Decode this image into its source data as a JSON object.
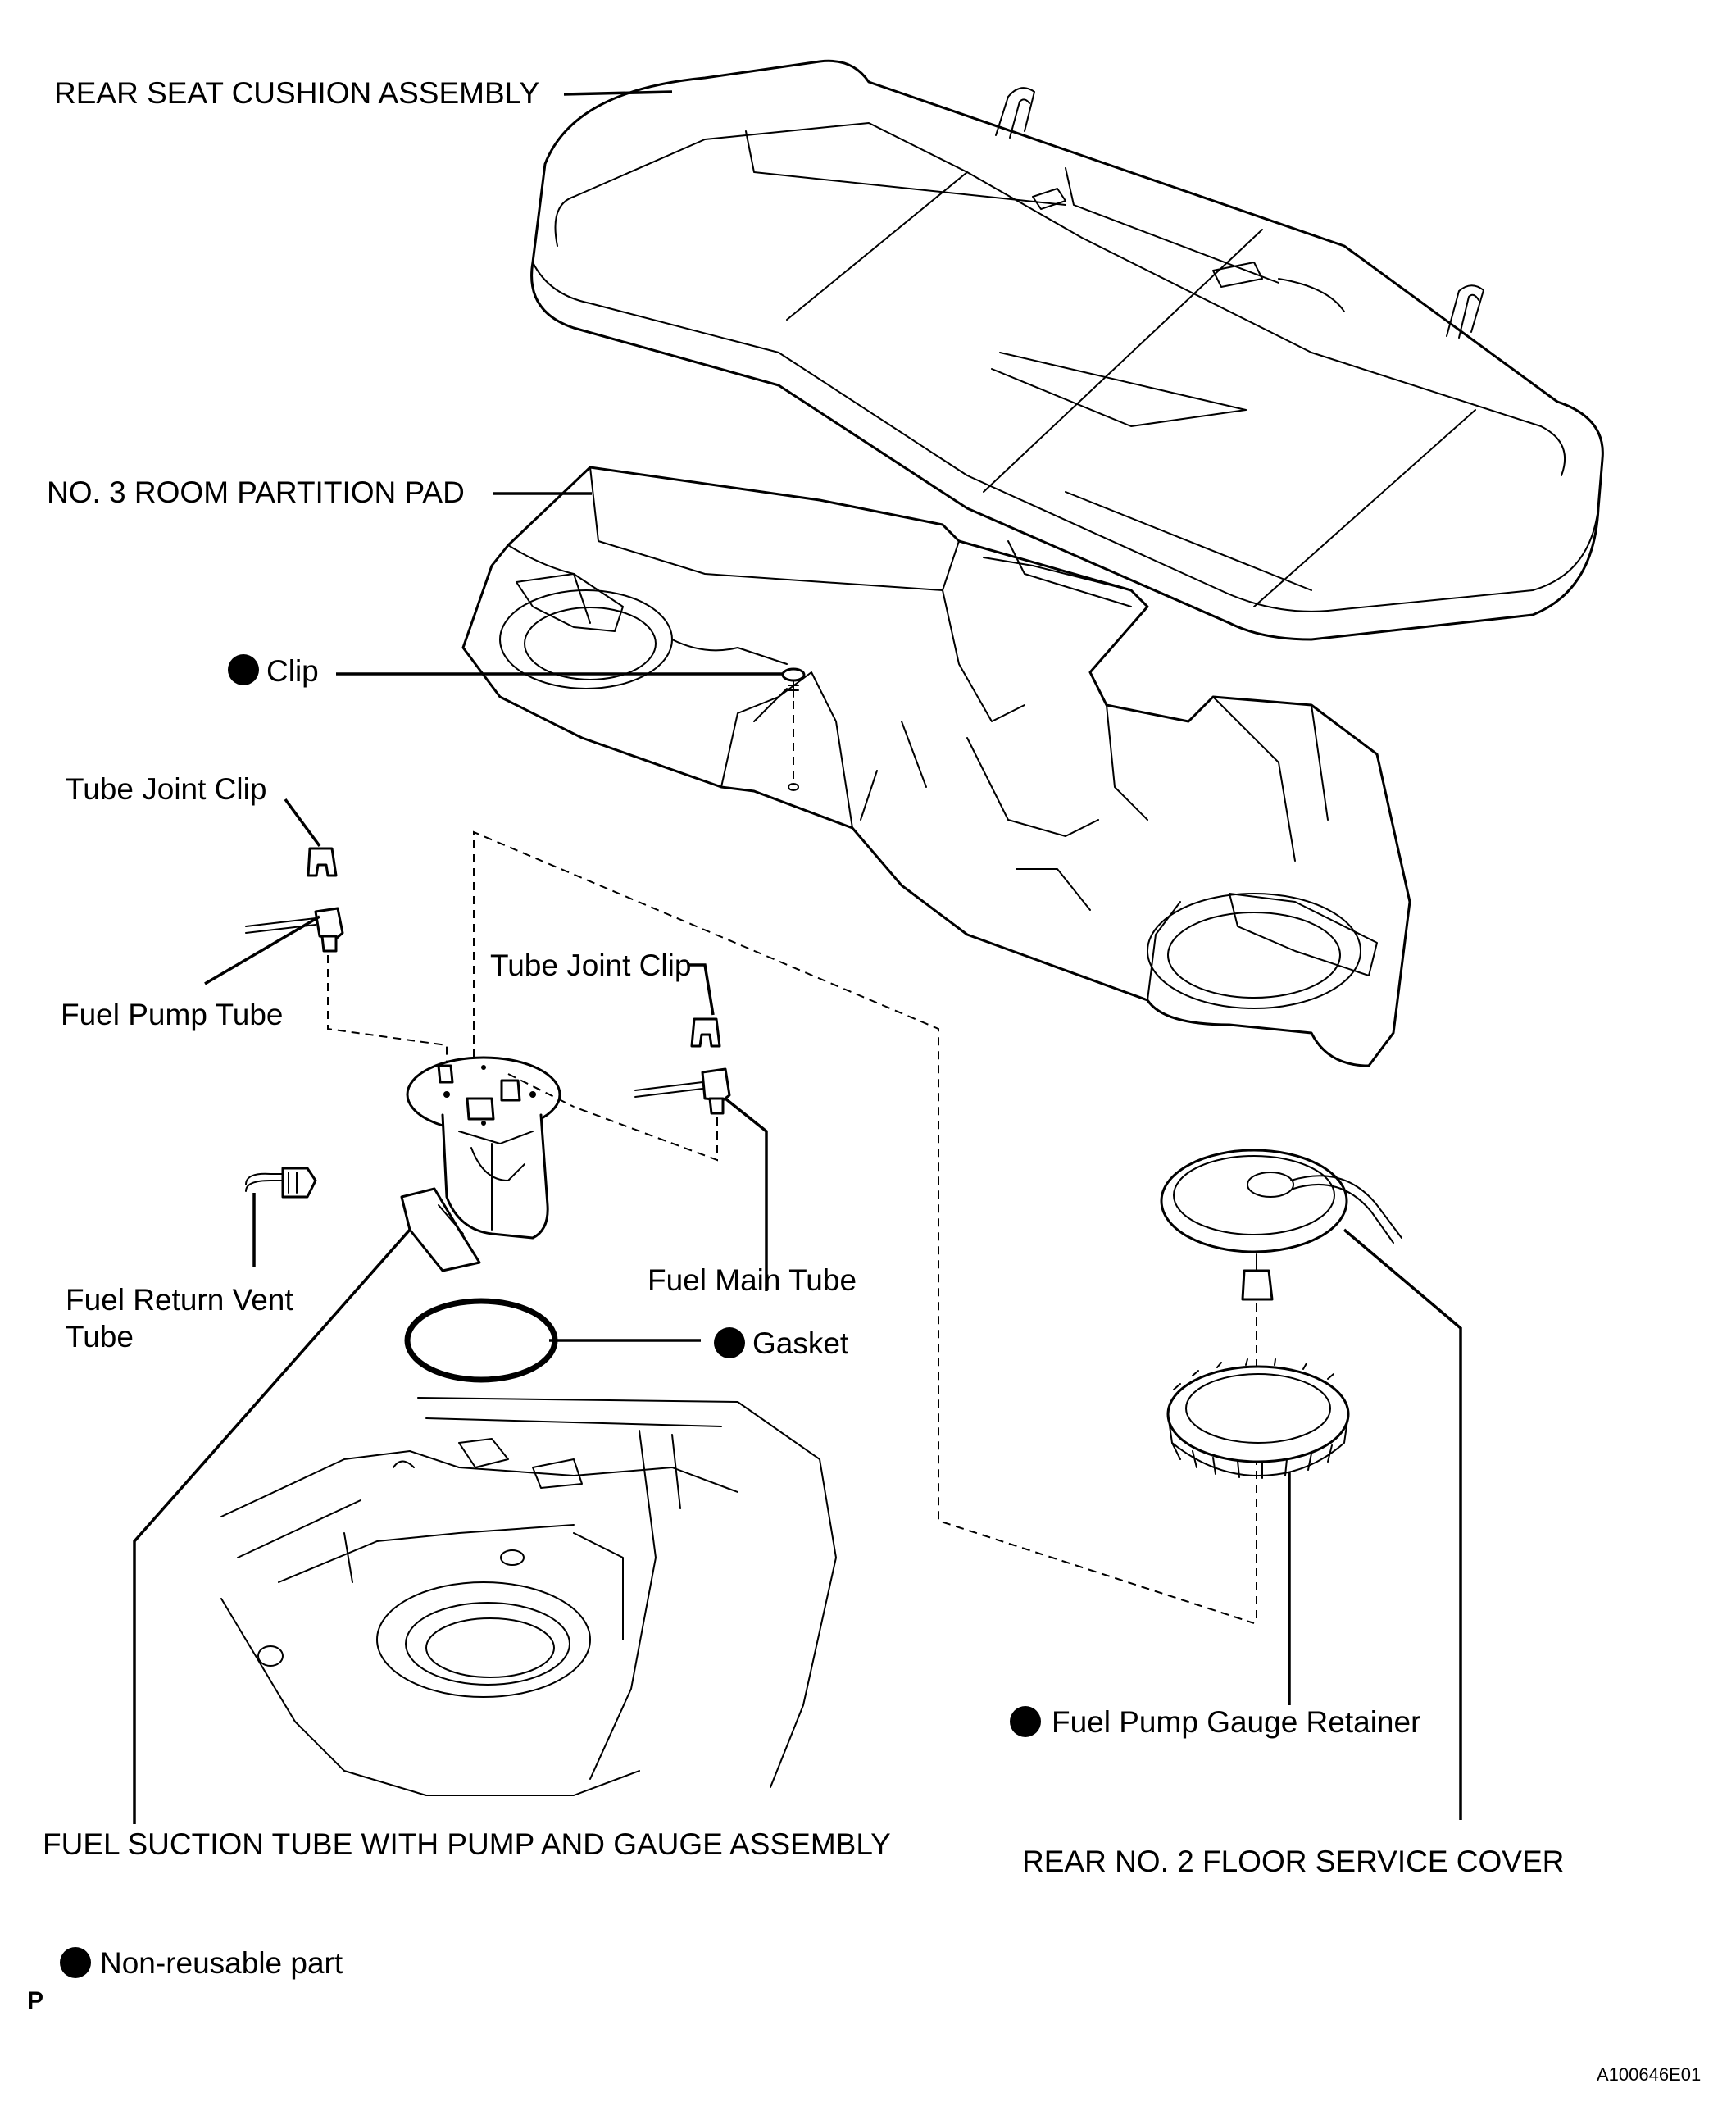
{
  "labels": {
    "rear_seat_cushion": "REAR SEAT CUSHION ASSEMBLY",
    "partition_pad": "NO. 3 ROOM PARTITION PAD",
    "clip": "Clip",
    "tube_joint_clip_left": "Tube Joint Clip",
    "fuel_pump_tube": "Fuel Pump Tube",
    "tube_joint_clip_right": "Tube Joint Clip",
    "fuel_return_vent_line1": "Fuel Return Vent",
    "fuel_return_vent_line2": "Tube",
    "fuel_main_tube": "Fuel Main Tube",
    "gasket": "Gasket",
    "fuel_pump_gauge_retainer": "Fuel Pump Gauge Retainer",
    "fuel_suction_assembly": "FUEL SUCTION TUBE WITH PUMP AND GAUGE ASSEMBLY",
    "rear_floor_service_cover": "REAR NO. 2 FLOOR SERVICE COVER",
    "legend_non_reusable": "Non-reusable part",
    "page_marker": "P",
    "figure_code": "A100646E01"
  },
  "icons": {
    "non_reusable_marker": "filled-black-circle"
  },
  "colors": {
    "line": "#000000",
    "background": "#ffffff"
  }
}
